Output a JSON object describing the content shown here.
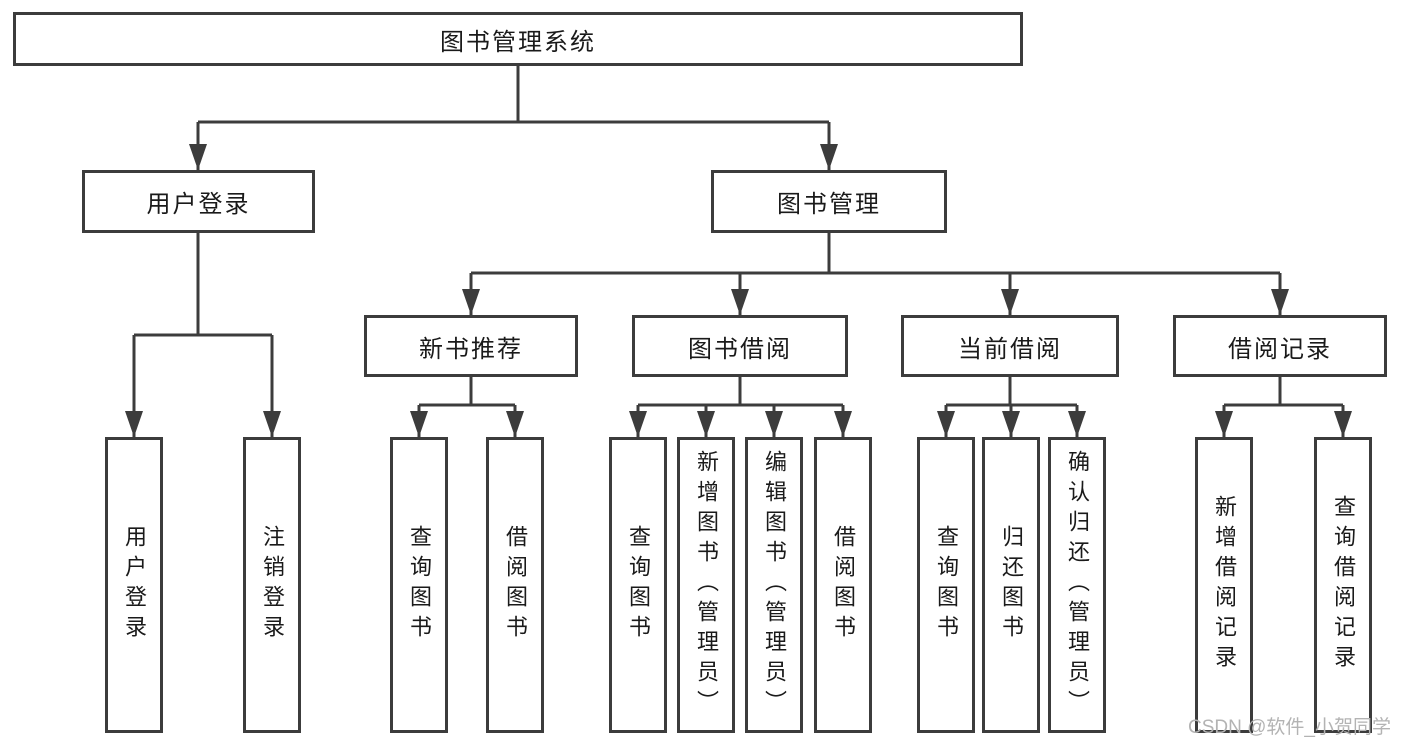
{
  "root": {
    "label": "图书管理系统"
  },
  "branches": [
    {
      "label": "用户登录",
      "children": [
        {
          "label": "用户登录"
        },
        {
          "label": "注销登录"
        }
      ]
    },
    {
      "label": "图书管理",
      "groups": [
        {
          "label": "新书推荐",
          "children": [
            {
              "label": "查询图书"
            },
            {
              "label": "借阅图书"
            }
          ]
        },
        {
          "label": "图书借阅",
          "children": [
            {
              "label": "查询图书"
            },
            {
              "label": "新增图书（管理员）"
            },
            {
              "label": "编辑图书（管理员）"
            },
            {
              "label": "借阅图书"
            }
          ]
        },
        {
          "label": "当前借阅",
          "children": [
            {
              "label": "查询图书"
            },
            {
              "label": "归还图书"
            },
            {
              "label": "确认归还（管理员）"
            }
          ]
        },
        {
          "label": "借阅记录",
          "children": [
            {
              "label": "新增借阅记录"
            },
            {
              "label": "查询借阅记录"
            }
          ]
        }
      ]
    }
  ],
  "watermark": "CSDN @软件_小贺同学",
  "colors": {
    "line": "#3c3c3c",
    "text": "#1a1a1a",
    "background": "#ffffff",
    "watermark": "#b3b3b3"
  }
}
